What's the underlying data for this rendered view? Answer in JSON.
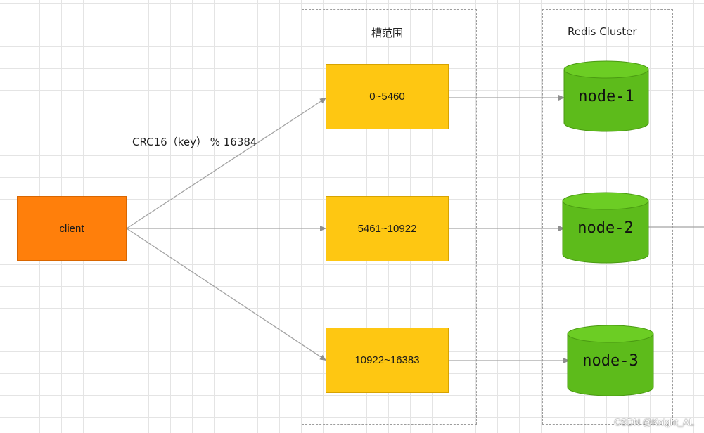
{
  "groups": {
    "slot_range_title": "槽范围",
    "cluster_title": "Redis Cluster"
  },
  "client": {
    "label": "client"
  },
  "edge_label": "CRC16（key） % 16384",
  "slots": [
    {
      "label": "0~5460"
    },
    {
      "label": "5461~10922"
    },
    {
      "label": "10922~16383"
    }
  ],
  "nodes": [
    {
      "label": "node-1"
    },
    {
      "label": "node-2"
    },
    {
      "label": "node-3"
    }
  ],
  "colors": {
    "client": "#ff7f0b",
    "slot": "#fec712",
    "node": "#5dbb1b",
    "arrow": "#9a9a9a"
  },
  "watermark": "CSDN @Knight_AL"
}
